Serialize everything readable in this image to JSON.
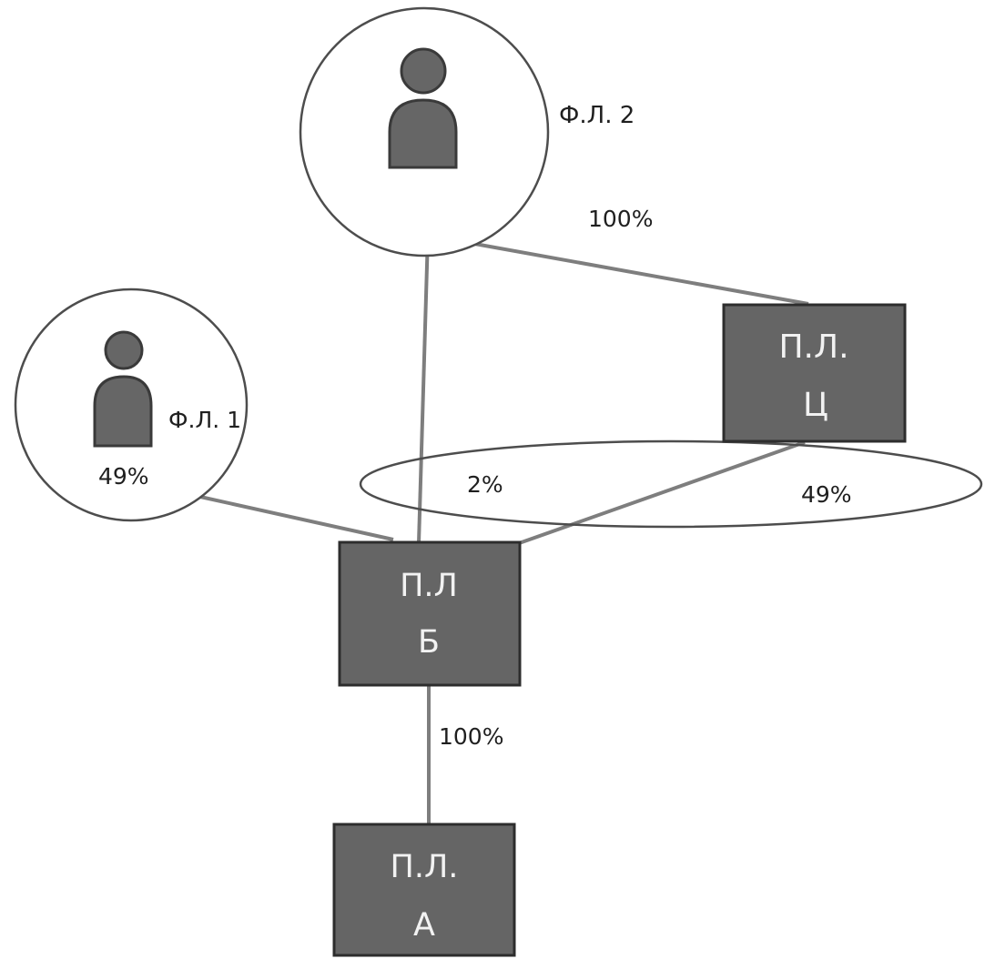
{
  "persons": {
    "fl2": {
      "name": "Ф.Л. 2",
      "icon": "person-icon"
    },
    "fl1": {
      "name": "Ф.Л. 1",
      "icon": "person-icon"
    }
  },
  "entities": {
    "pl_c": {
      "line1": "П.Л.",
      "line2": "Ц"
    },
    "pl_b": {
      "line1": "П.Л",
      "line2": "Б"
    },
    "pl_a": {
      "line1": "П.Л.",
      "line2": "А"
    }
  },
  "shares": {
    "fl2_to_pl_c": "100%",
    "fl1_to_pl_b": "49%",
    "fl2_to_pl_b": "2%",
    "pl_c_to_pl_b": "49%",
    "pl_b_to_pl_a": "100%"
  },
  "colors": {
    "box_fill": "#656565",
    "person_fill": "#666666",
    "line": "#7e7e7e"
  }
}
